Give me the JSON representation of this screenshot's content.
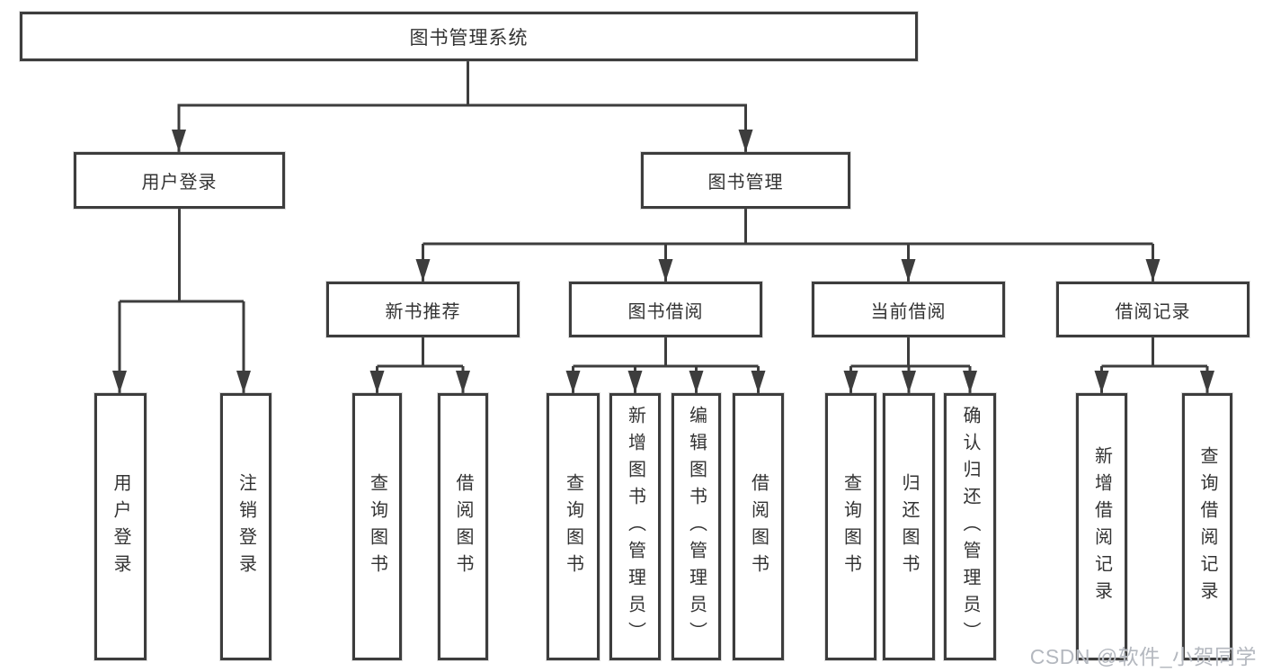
{
  "diagram_title": "图书管理系统",
  "colors": {
    "line": "#3d3d3d",
    "text": "#333333",
    "box_bg": "#ffffff",
    "watermark": "#b4b8bf"
  },
  "watermark": {
    "text": "CSDN @软件_小贺同学"
  },
  "tree": {
    "root": {
      "label": "图书管理系统"
    },
    "branches": [
      {
        "label": "用户登录",
        "children": [
          {
            "label": "用户登录"
          },
          {
            "label": "注销登录"
          }
        ]
      },
      {
        "label": "图书管理",
        "children": [
          {
            "label": "新书推荐",
            "children": [
              {
                "label": "查询图书"
              },
              {
                "label": "借阅图书"
              }
            ]
          },
          {
            "label": "图书借阅",
            "children": [
              {
                "label": "查询图书"
              },
              {
                "label": "新增图书（管理员）"
              },
              {
                "label": "编辑图书（管理员）"
              },
              {
                "label": "借阅图书"
              }
            ]
          },
          {
            "label": "当前借阅",
            "children": [
              {
                "label": "查询图书"
              },
              {
                "label": "归还图书"
              },
              {
                "label": "确认归还（管理员）"
              }
            ]
          },
          {
            "label": "借阅记录",
            "children": [
              {
                "label": "新增借阅记录"
              },
              {
                "label": "查询借阅记录"
              }
            ]
          }
        ]
      }
    ]
  }
}
